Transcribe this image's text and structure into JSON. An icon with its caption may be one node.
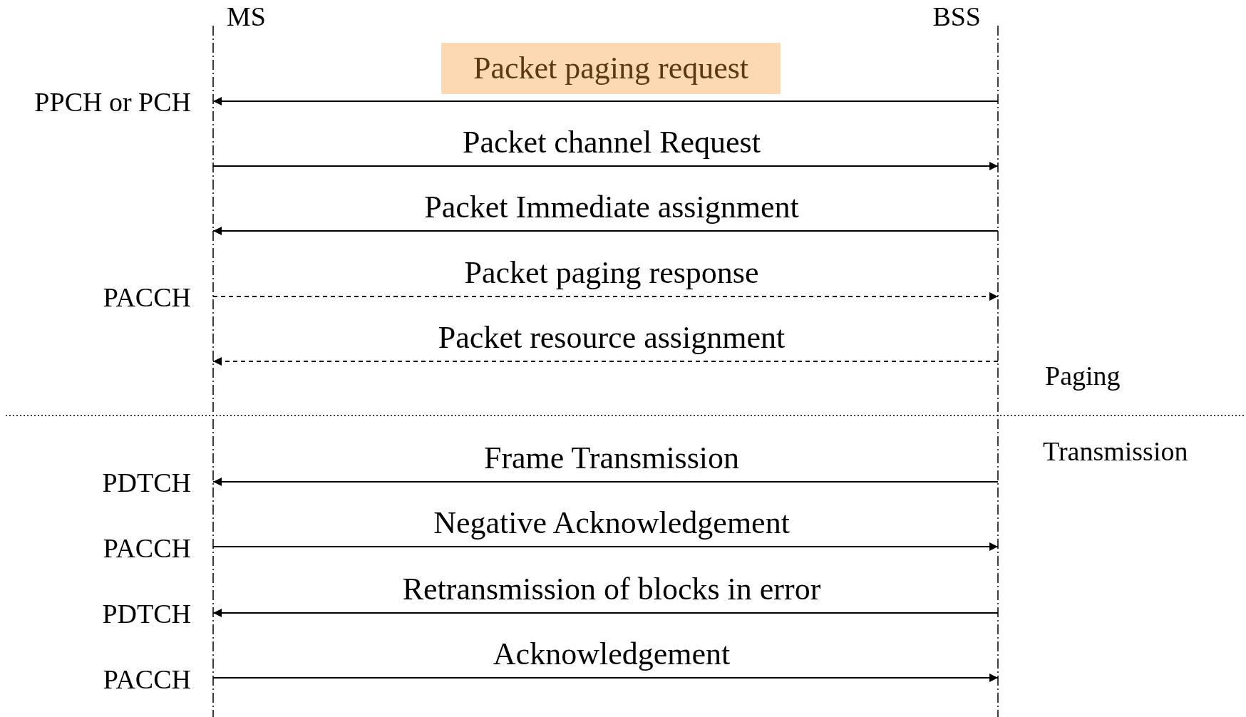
{
  "diagram": {
    "nodes": [
      {
        "text": [
          "MS"
        ]
      },
      {
        "text": [
          "BSS"
        ]
      }
    ],
    "edges": [
      {
        "from": 1,
        "to": 0,
        "arrow": "to",
        "label": "Packet paging request"
      },
      {
        "from": 0,
        "to": 1,
        "arrow": "to",
        "label": "Packet channel Request"
      },
      {
        "from": 1,
        "to": 0,
        "arrow": "to",
        "label": "Packet Immediate assignment"
      },
      {
        "from": 0,
        "to": 1,
        "arrow": "to",
        "label": "Packet paging response",
        "style": "dashed"
      },
      {
        "from": 1,
        "to": 0,
        "arrow": "to",
        "label": "Packet resource assignment",
        "style": "dashed"
      },
      {
        "from": 1,
        "to": 0,
        "arrow": "to",
        "label": "Frame Transmission"
      },
      {
        "from": 0,
        "to": 1,
        "arrow": "to",
        "label": "Negative Acknowledgement"
      },
      {
        "from": 1,
        "to": 0,
        "arrow": "to",
        "label": "Retransmission of blocks in error"
      },
      {
        "from": 0,
        "to": 1,
        "arrow": "to",
        "label": "Acknowledgement"
      }
    ],
    "labels": [
      "PPCH or PCH",
      "PACCH",
      "Paging",
      "Transmission",
      "PDTCH",
      "PACCH",
      "PDTCH",
      "PACCH"
    ]
  }
}
